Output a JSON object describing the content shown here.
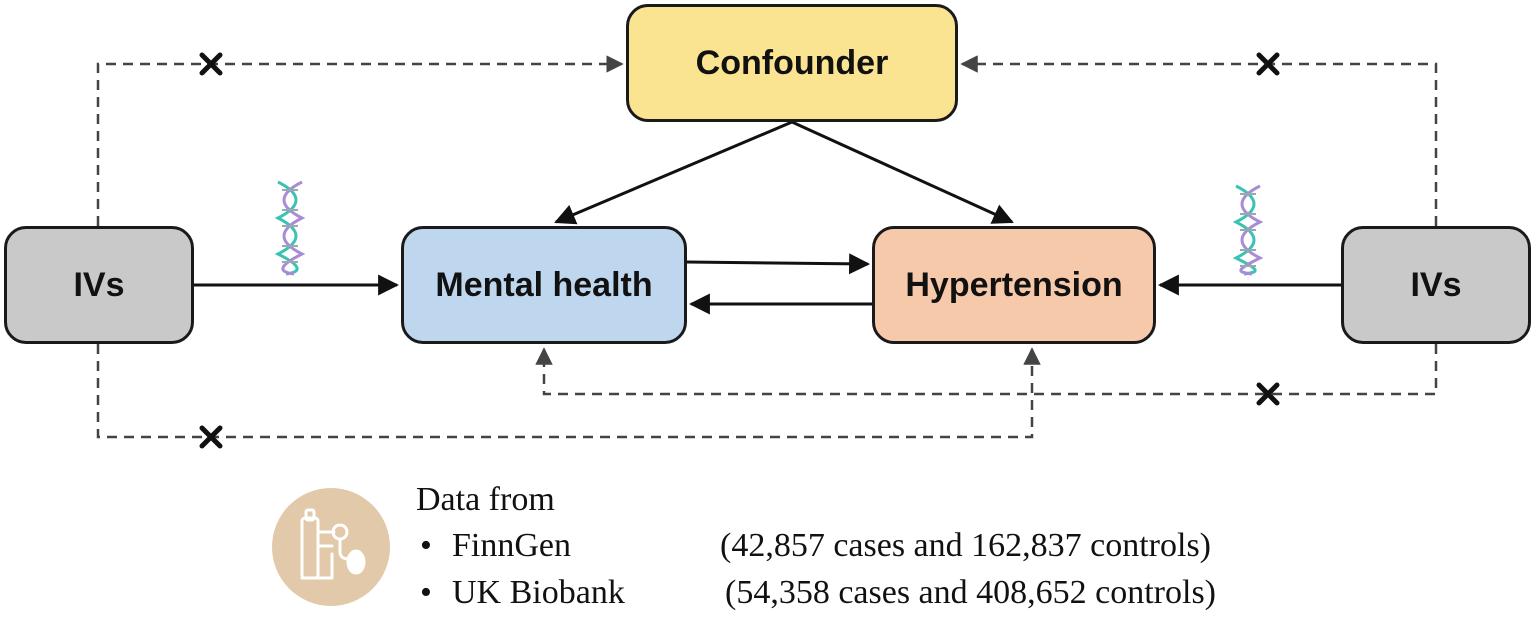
{
  "nodes": {
    "confounder": "Confounder",
    "mental_health": "Mental health",
    "hypertension": "Hypertension",
    "ivs_left": "IVs",
    "ivs_right": "IVs"
  },
  "legend": {
    "title": "Data from",
    "bullet": "•",
    "sources": [
      {
        "name": "FinnGen",
        "detail": "(42,857 cases and 162,837 controls)"
      },
      {
        "name": "UK Biobank",
        "detail": "(54,358 cases and 408,652 controls)"
      }
    ]
  },
  "colors": {
    "confounder_fill": "#fbe491",
    "mental_health_fill": "#bfd7ee",
    "hypertension_fill": "#f6c9ab",
    "ivs_fill": "#c9c9c9",
    "icon_circle": "#e2c9a9",
    "dna_teal": "#3cc2b5",
    "dna_purple": "#a98bd6"
  },
  "icons": [
    "dna-icon",
    "blood-pressure-monitor-icon",
    "cross-mark-icon"
  ]
}
